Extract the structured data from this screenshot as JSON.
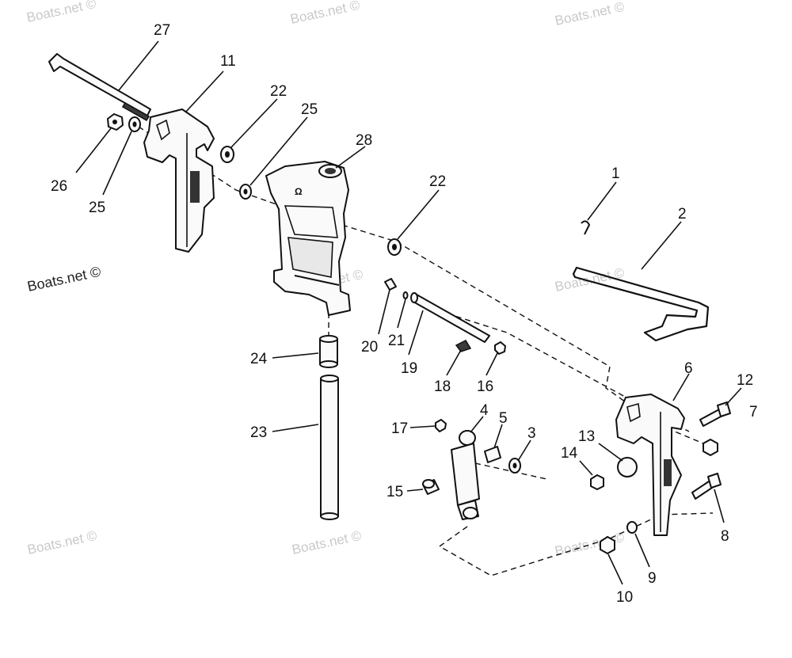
{
  "watermarks": {
    "tl": "Boats.net ©",
    "tc": "Boats.net ©",
    "tr": "Boats.net ©",
    "left": "Boats.net ©",
    "center_upper": "Boats.net ©",
    "right_mid": "Boats.net ©",
    "bottom_left": "Boats.net ©",
    "bottom_center": "Boats.net ©",
    "bottom_right": "Boats.net ©"
  },
  "callouts": {
    "c1": "1",
    "c2": "2",
    "c3": "3",
    "c4": "4",
    "c5": "5",
    "c6": "6",
    "c7": "7",
    "c8": "8",
    "c9": "9",
    "c10": "10",
    "c11": "11",
    "c12": "12",
    "c13": "13",
    "c14": "14",
    "c15": "15",
    "c16": "16",
    "c17": "17",
    "c18": "18",
    "c19": "19",
    "c20": "20",
    "c21": "21",
    "c22a": "22",
    "c22b": "22",
    "c23": "23",
    "c24": "24",
    "c25a": "25",
    "c25b": "25",
    "c26": "26",
    "c27": "27",
    "c28": "28"
  }
}
